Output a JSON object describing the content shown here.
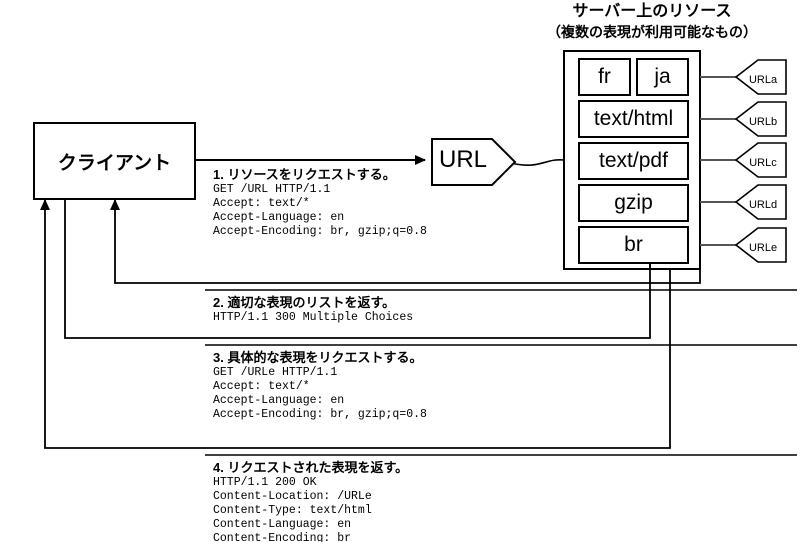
{
  "server": {
    "title": "サーバー上のリソース",
    "subtitle": "（複数の表現が利用可能なもの）",
    "representations": [
      {
        "label": "fr"
      },
      {
        "label": "ja"
      },
      {
        "label": "text/html"
      },
      {
        "label": "text/pdf"
      },
      {
        "label": "gzip"
      },
      {
        "label": "br"
      }
    ],
    "url_tags": [
      "URLa",
      "URLb",
      "URLc",
      "URLd",
      "URLe"
    ]
  },
  "client": {
    "label": "クライアント"
  },
  "url_node": {
    "label": "URL"
  },
  "steps": [
    {
      "title": "1. リソースをリクエストする。",
      "body": "GET /URL HTTP/1.1\nAccept: text/*\nAccept-Language: en\nAccept-Encoding: br, gzip;q=0.8"
    },
    {
      "title": "2. 適切な表現のリストを返す。",
      "body": "HTTP/1.1 300 Multiple Choices"
    },
    {
      "title": "3. 具体的な表現をリクエストする。",
      "body": "GET /URLe HTTP/1.1\nAccept: text/*\nAccept-Language: en\nAccept-Encoding: br, gzip;q=0.8"
    },
    {
      "title": "4. リクエストされた表現を返す。",
      "body": "HTTP/1.1 200 OK\nContent-Location: /URLe\nContent-Type: text/html\nContent-Language: en\nContent-Encoding: br"
    }
  ],
  "colors": {
    "stroke": "#000000",
    "background": "#ffffff"
  }
}
